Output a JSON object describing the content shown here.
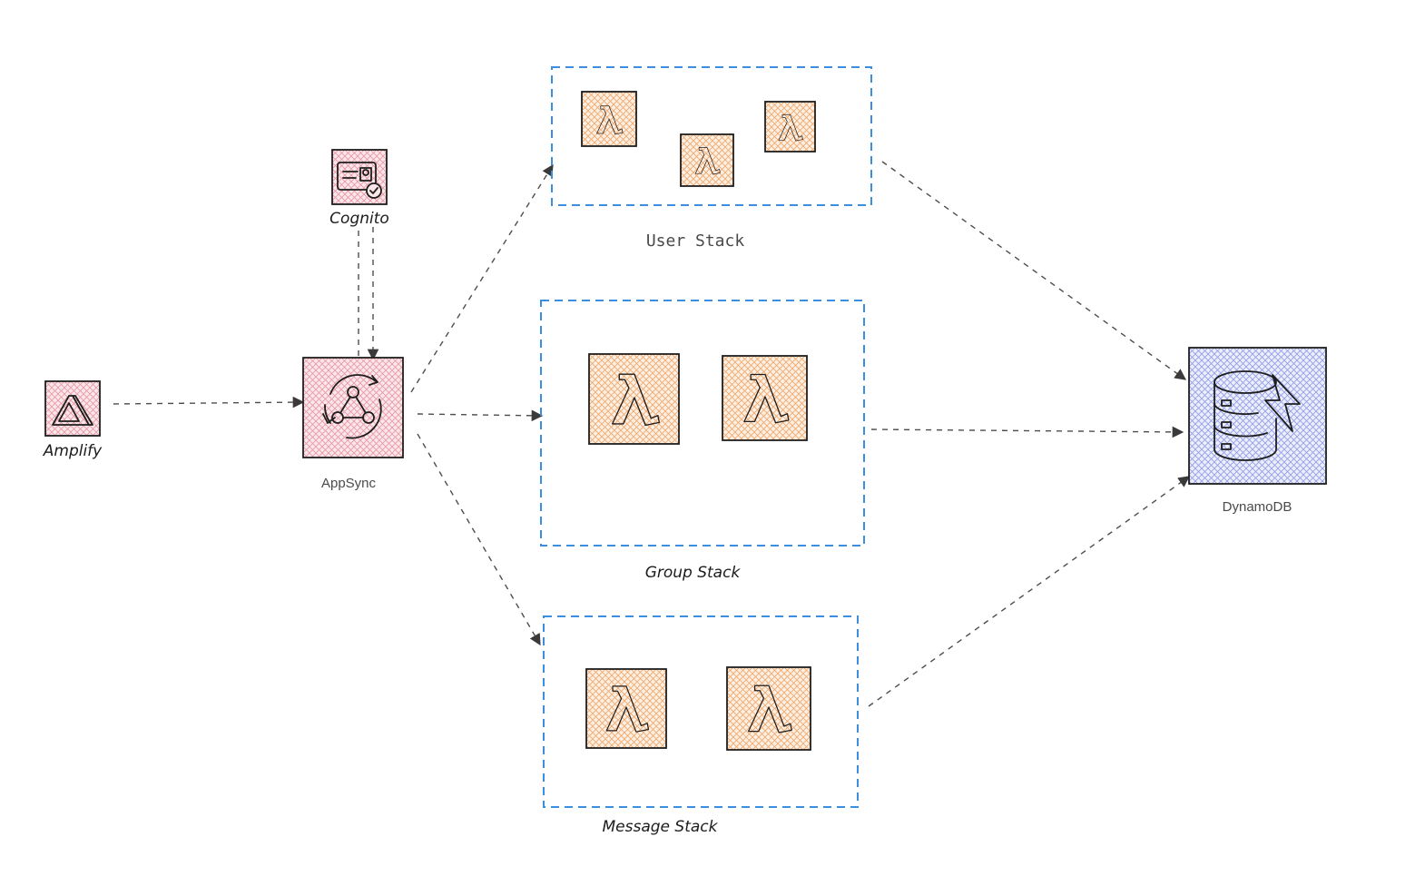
{
  "nodes": {
    "amplify": {
      "label": "Amplify",
      "fill_color": "#f4c7cf"
    },
    "cognito": {
      "label": "Cognito",
      "fill_color": "#f4c7cf"
    },
    "appsync": {
      "label": "AppSync",
      "fill_color": "#f4c7cf"
    },
    "dynamodb": {
      "label": "DynamoDB",
      "fill_color": "#c7cdf4"
    }
  },
  "stacks": {
    "user": {
      "label": "User Stack",
      "lambda_count": 3
    },
    "group": {
      "label": "Group Stack",
      "lambda_count": 2
    },
    "message": {
      "label": "Message Stack",
      "lambda_count": 2
    }
  },
  "lambda_fill_color": "#f6c9a4",
  "stack_border_color": "#3b8fde",
  "edges": [
    {
      "from": "amplify",
      "to": "appsync"
    },
    {
      "from": "cognito",
      "to": "appsync"
    },
    {
      "from": "appsync",
      "to": "cognito"
    },
    {
      "from": "appsync",
      "to": "user-stack"
    },
    {
      "from": "appsync",
      "to": "group-stack"
    },
    {
      "from": "appsync",
      "to": "message-stack"
    },
    {
      "from": "user-stack",
      "to": "dynamodb"
    },
    {
      "from": "group-stack",
      "to": "dynamodb"
    },
    {
      "from": "message-stack",
      "to": "dynamodb"
    }
  ]
}
